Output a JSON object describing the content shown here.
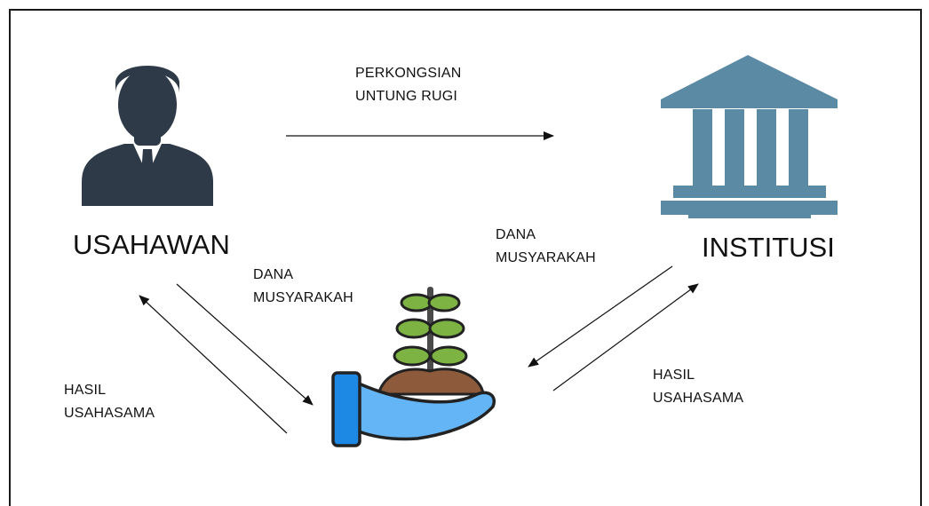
{
  "nodes": {
    "entrepreneur": {
      "label": "USAHAWAN",
      "icon": "businessman-icon"
    },
    "institution": {
      "label": "INSTITUSI",
      "icon": "bank-building-icon"
    },
    "venture": {
      "icon": "hand-with-plant-icon"
    }
  },
  "edges": {
    "profit_sharing": {
      "line1": "PERKONGSIAN",
      "line2": "UNTUNG RUGI"
    },
    "fund_left": {
      "line1": "DANA",
      "line2": "MUSYARAKAH"
    },
    "fund_right": {
      "line1": "DANA",
      "line2": "MUSYARAKAH"
    },
    "result_left": {
      "line1": "HASIL",
      "line2": "USAHASAMA"
    },
    "result_right": {
      "line1": "HASIL",
      "line2": "USAHASAMA"
    }
  },
  "colors": {
    "person": "#2e3a48",
    "bank": "#5b8aa5",
    "leaf": "#7cb342",
    "soil": "#8d5a3b",
    "hand": "#64b5f6",
    "cuff": "#1e88e5",
    "outline": "#222222"
  }
}
